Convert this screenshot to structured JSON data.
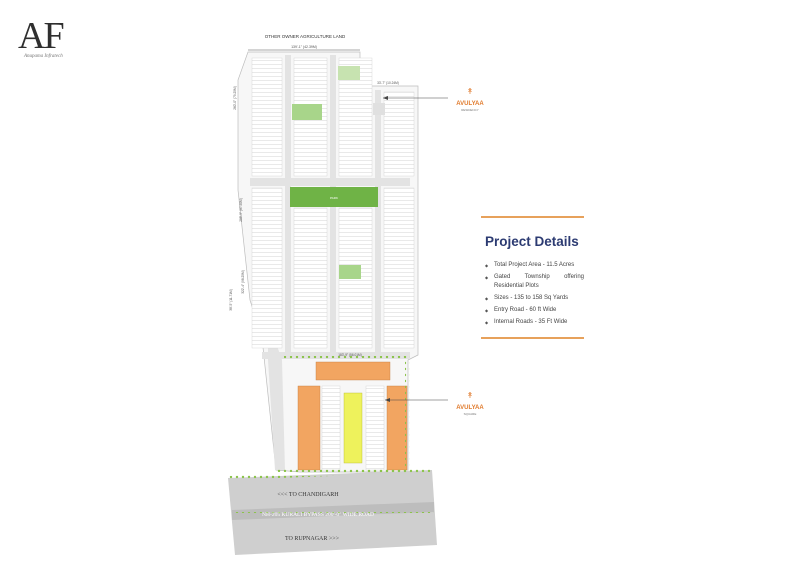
{
  "logo": {
    "mark": "AF",
    "subtitle": "Anupama Infratech"
  },
  "plan": {
    "top_label": "OTHER OWNER AGRICULTURE LAND",
    "brand_residency": {
      "name": "AVULYAA",
      "tag": "RESIDENCY"
    },
    "brand_square": {
      "name": "AVULYAA",
      "tag": "SQUARE"
    },
    "road_chandigarh": "<<< TO CHANDIGARH",
    "road_bypass": "NH-205 KURALI BYPASS 200'-0\" WIDE ROAD",
    "road_rupnagar": "TO RUPNAGAR >>>",
    "dim_top": "139'-1\" (42.39M)",
    "dim_right_top": "33'-7\" (10.24M)",
    "dim_mid": "183'-9\" (56.01M)",
    "dim_bottom": "117'-3\" (35.74M)",
    "dim_left_1": "260'-0\" (79.25M)",
    "dim_left_2": "288'-5\" (87.90M)",
    "dim_left_3": "322'-4\" (98.25M)",
    "dim_left_4": "38'-5\" (11.71M)"
  },
  "details": {
    "title": "Project Details",
    "items": [
      "Total Project Area - 11.5 Acres",
      "Gated Township offering Residential Plots",
      "Sizes - 135 to 158 Sq Yards",
      "Entry Road - 60 ft Wide",
      "Internal Roads - 35 Ft Wide"
    ]
  },
  "colors": {
    "park": "#6fb346",
    "block_orange": "#f2a561",
    "block_yellow": "#eef25c",
    "road": "#d9d9d9",
    "accent": "#e7a15b",
    "title": "#2c3b72"
  }
}
